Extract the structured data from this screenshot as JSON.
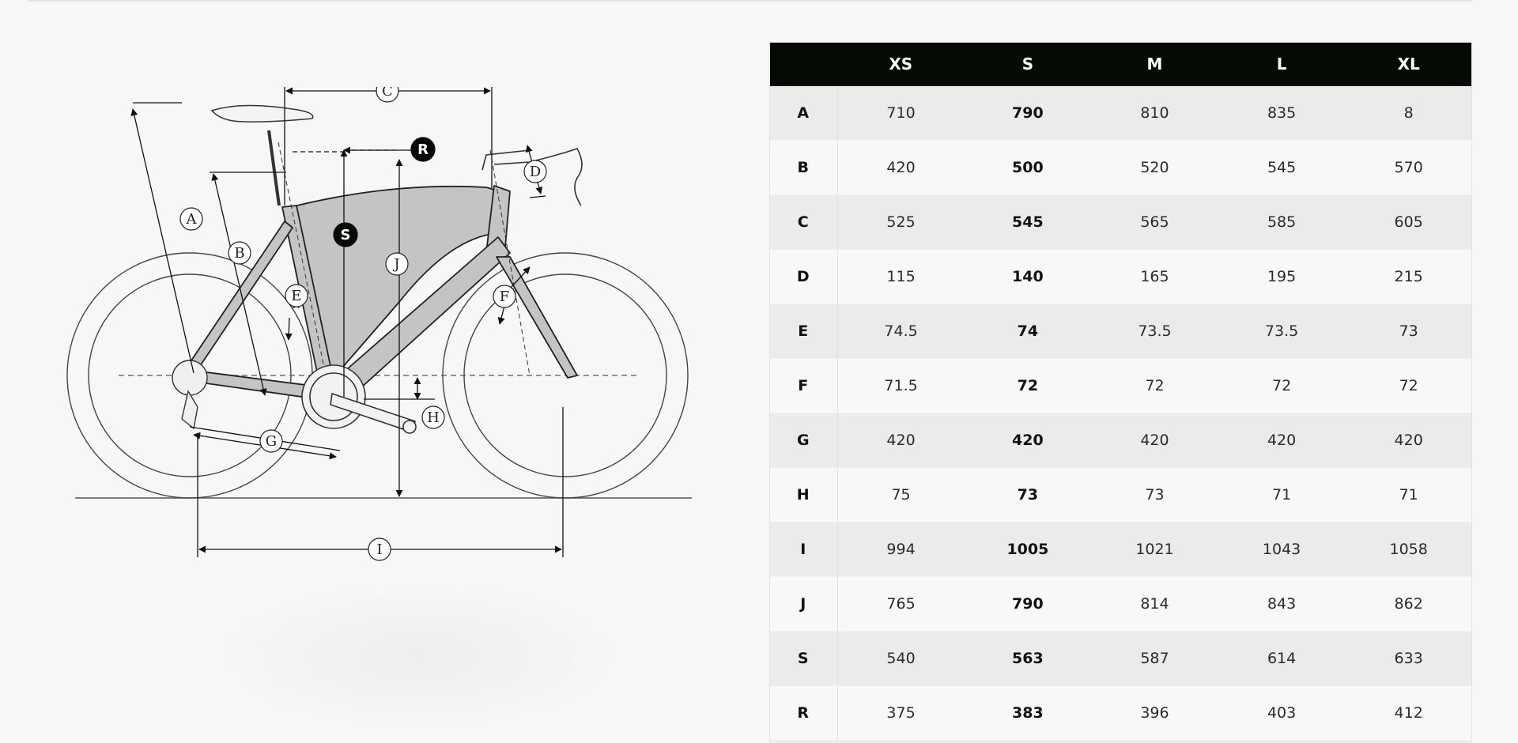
{
  "diagram": {
    "labels": {
      "A": "A",
      "B": "B",
      "C": "C",
      "D": "D",
      "E": "E",
      "F": "F",
      "G": "G",
      "H": "H",
      "I": "I",
      "J": "J",
      "S": "S",
      "R": "R"
    }
  },
  "table": {
    "headers": [
      "",
      "XS",
      "S",
      "M",
      "L",
      "XL"
    ],
    "rows": [
      {
        "label": "A",
        "values": [
          "710",
          "790",
          "810",
          "835",
          "8"
        ]
      },
      {
        "label": "B",
        "values": [
          "420",
          "500",
          "520",
          "545",
          "570"
        ]
      },
      {
        "label": "C",
        "values": [
          "525",
          "545",
          "565",
          "585",
          "605"
        ]
      },
      {
        "label": "D",
        "values": [
          "115",
          "140",
          "165",
          "195",
          "215"
        ]
      },
      {
        "label": "E",
        "values": [
          "74.5",
          "74",
          "73.5",
          "73.5",
          "73"
        ]
      },
      {
        "label": "F",
        "values": [
          "71.5",
          "72",
          "72",
          "72",
          "72"
        ]
      },
      {
        "label": "G",
        "values": [
          "420",
          "420",
          "420",
          "420",
          "420"
        ]
      },
      {
        "label": "H",
        "values": [
          "75",
          "73",
          "73",
          "71",
          "71"
        ]
      },
      {
        "label": "I",
        "values": [
          "994",
          "1005",
          "1021",
          "1043",
          "1058"
        ]
      },
      {
        "label": "J",
        "values": [
          "765",
          "790",
          "814",
          "843",
          "862"
        ]
      },
      {
        "label": "S",
        "values": [
          "540",
          "563",
          "587",
          "614",
          "633"
        ]
      },
      {
        "label": "R",
        "values": [
          "375",
          "383",
          "396",
          "403",
          "412"
        ]
      }
    ],
    "highlight_column": 1
  },
  "colors": {
    "header_bg": "#050a05",
    "row_odd": "#ebebeb",
    "row_even": "#f8f8f8",
    "frame_fill": "#c4c4c4"
  }
}
